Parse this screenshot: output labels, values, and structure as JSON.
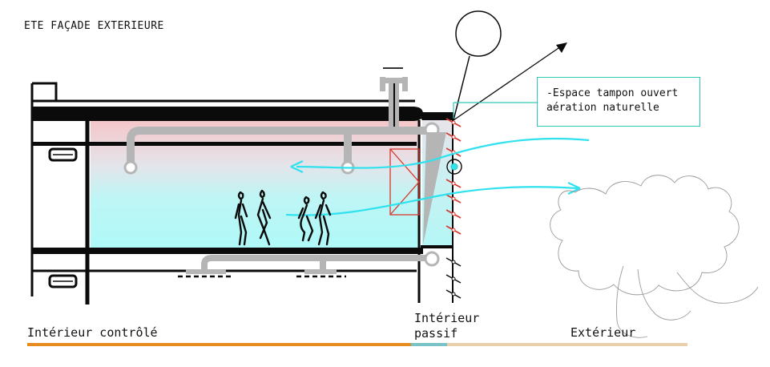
{
  "title": "ETE FAÇADE EXTERIEURE",
  "callout": {
    "line1": "-Espace tampon ouvert",
    "line2": "aération naturelle"
  },
  "zones": {
    "interieur_controle": "Intérieur contrôlé",
    "interieur_passif": "Intérieur passif",
    "exterieur": "Extérieur"
  },
  "colors": {
    "zone_controlled": "#e68c1f",
    "zone_passive": "#79c3c6",
    "zone_exterior": "#e8d0ac",
    "airflow": "#2fe2ee",
    "ceiling_warm": "#f5c6c9",
    "room_cool": "#aef9f8",
    "duct": "#b5b5b5",
    "callout_frame": "#2fc9b3",
    "louvers": "#d9362b"
  }
}
